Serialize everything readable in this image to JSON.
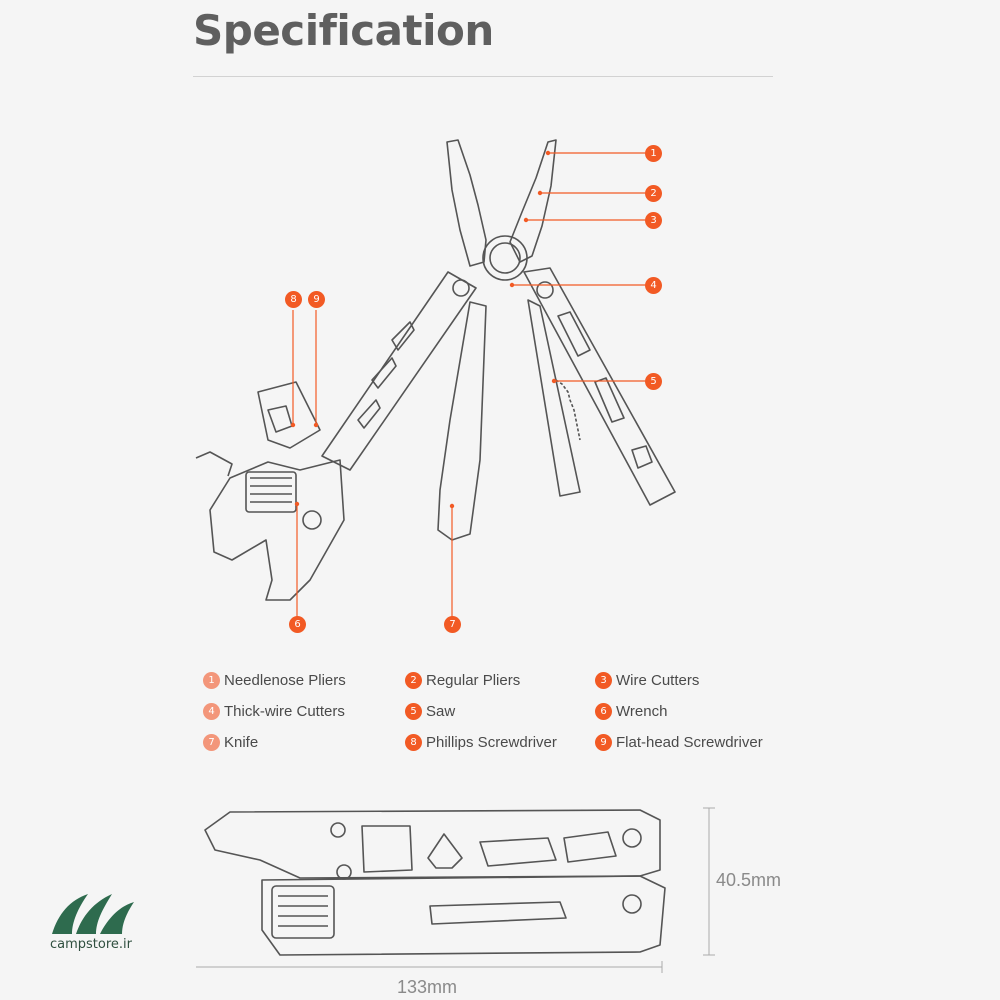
{
  "title": "Specification",
  "callouts": [
    {
      "num": "1",
      "label": "Needlenose Pliers"
    },
    {
      "num": "2",
      "label": "Regular Pliers"
    },
    {
      "num": "3",
      "label": "Wire Cutters"
    },
    {
      "num": "4",
      "label": "Thick-wire Cutters"
    },
    {
      "num": "5",
      "label": "Saw"
    },
    {
      "num": "6",
      "label": "Wrench"
    },
    {
      "num": "7",
      "label": "Knife"
    },
    {
      "num": "8",
      "label": "Phillips Screwdriver"
    },
    {
      "num": "9",
      "label": "Flat-head Screwdriver"
    }
  ],
  "dimensions": {
    "height": "40.5mm",
    "width": "133mm"
  },
  "brand": {
    "site": "campstore.ir"
  },
  "colors": {
    "accent": "#f25a24",
    "accent_light": "#f3967a",
    "line": "#555555",
    "brand": "#2e6b4e"
  }
}
